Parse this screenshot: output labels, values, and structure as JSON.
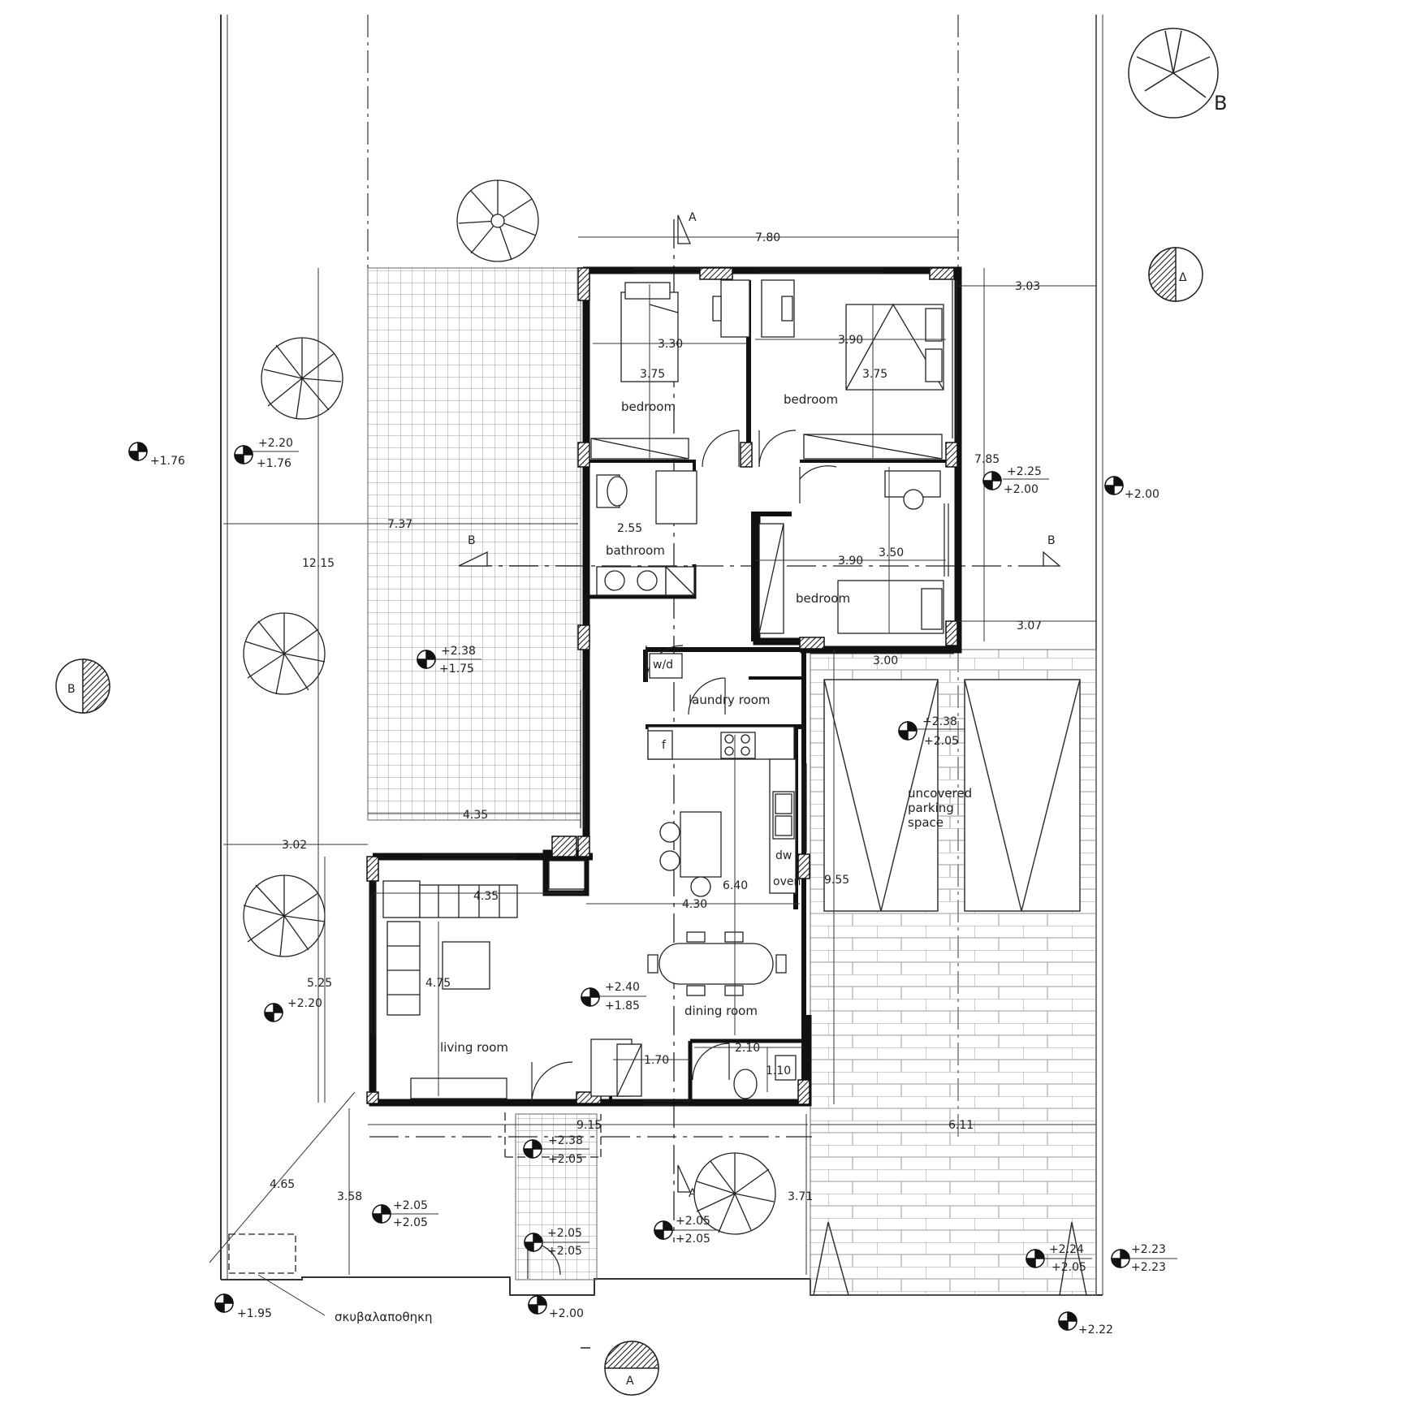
{
  "rooms": {
    "bedroom_1": "bedroom",
    "bedroom_2": "bedroom",
    "bedroom_3": "bedroom",
    "bathroom": "bathroom",
    "laundry": "laundry room",
    "living": "living room",
    "dining": "dining room",
    "parking_line1": "uncovered",
    "parking_line2": "parking",
    "parking_line3": "space",
    "storage": "σκυβαλαποθηκη"
  },
  "appliances": {
    "washer_dryer": "w/d",
    "fridge": "f",
    "dishwasher": "dw",
    "oven": "oven"
  },
  "dimensions": {
    "d_780": "7.80",
    "d_303": "3.03",
    "d_330": "3.30",
    "d_390a": "3.90",
    "d_375a": "3.75",
    "d_375b": "3.75",
    "d_785": "7.85",
    "d_737": "7.37",
    "d_255": "2.55",
    "d_1215": "12.15",
    "d_390b": "3.90",
    "d_350": "3.50",
    "d_307": "3.07",
    "d_300": "3.00",
    "d_435a": "4.35",
    "d_302": "3.02",
    "d_435b": "4.35",
    "d_640": "6.40",
    "d_430": "4.30",
    "d_955": "9.55",
    "d_475": "4.75",
    "d_525": "5.25",
    "d_210": "2.10",
    "d_110": "1.10",
    "d_170": "1.70",
    "d_915": "9.15",
    "d_611": "6.11",
    "d_465": "4.65",
    "d_358": "3.58",
    "d_371": "3.71"
  },
  "levels": {
    "l1": "+1.76",
    "l2a": "+2.20",
    "l2b": "+1.76",
    "l3a": "+2.25",
    "l3b": "+2.00",
    "l4": "+2.00",
    "l5a": "+2.38",
    "l5b": "+1.75",
    "l6a": "+2.38",
    "l6b": "+2.05",
    "l7": "+2.20",
    "l8a": "+2.40",
    "l8b": "+1.85",
    "l9a": "+2.38",
    "l9b": "+2.05",
    "l10a": "+2.05",
    "l10b": "+2.05",
    "l11a": "+2.05",
    "l11b": "+2.05",
    "l12a": "+2.05",
    "l12b": "+2.05",
    "l13a": "+2.24",
    "l13b": "+2.05",
    "l14a": "+2.23",
    "l14b": "+2.23",
    "l15": "+1.95",
    "l16": "+2.00",
    "l17": "+2.22"
  },
  "section_marks": {
    "a_top": "A",
    "a_bottom": "A",
    "b_left": "B",
    "b_right": "B",
    "b_marker_left": "B",
    "a_marker_bottom": "A",
    "d_marker_right": "Δ",
    "north_label": "B"
  }
}
